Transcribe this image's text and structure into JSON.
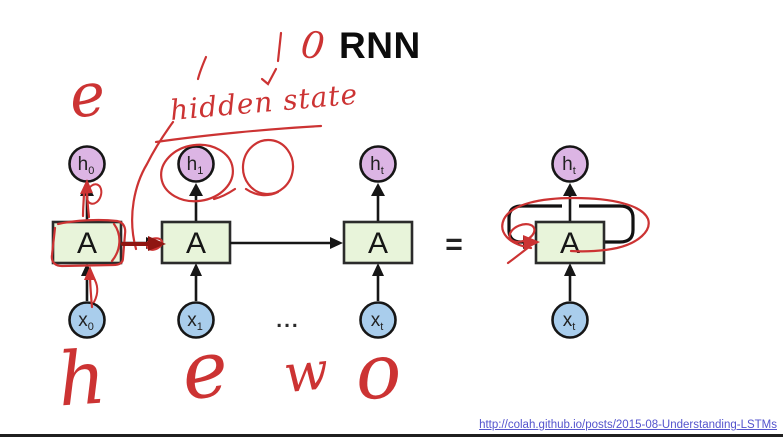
{
  "title": "RNN",
  "equals_sign": "=",
  "ellipsis": "...",
  "footer": {
    "link_text": "http://colah.github.io/posts/2015-08-Understanding-LSTMs"
  },
  "handwriting": {
    "top_letter": "e",
    "hidden_state_label": "hidden state",
    "zero_mark": "0",
    "bottom_letters": [
      "h",
      "e",
      "w",
      "o"
    ]
  },
  "unrolled": {
    "cells": [
      {
        "hidden": "h",
        "hidden_sub": "0",
        "cell": "A",
        "input": "x",
        "input_sub": "0"
      },
      {
        "hidden": "h",
        "hidden_sub": "1",
        "cell": "A",
        "input": "x",
        "input_sub": "1"
      },
      {
        "hidden": "h",
        "hidden_sub": "t",
        "cell": "A",
        "input": "x",
        "input_sub": "t"
      }
    ]
  },
  "recurrent": {
    "hidden": "h",
    "hidden_sub": "t",
    "cell": "A",
    "input": "x",
    "input_sub": "t"
  },
  "colors": {
    "hidden_node_fill": "#dcb5e4",
    "input_node_fill": "#a9cdec",
    "cell_fill": "#e8f4da",
    "diagram_stroke": "#161616",
    "annotation_red": "#cc3333",
    "annotation_dark_red": "#8f1612",
    "link_blue": "#5454cd",
    "title_black": "#0c0c0c"
  }
}
